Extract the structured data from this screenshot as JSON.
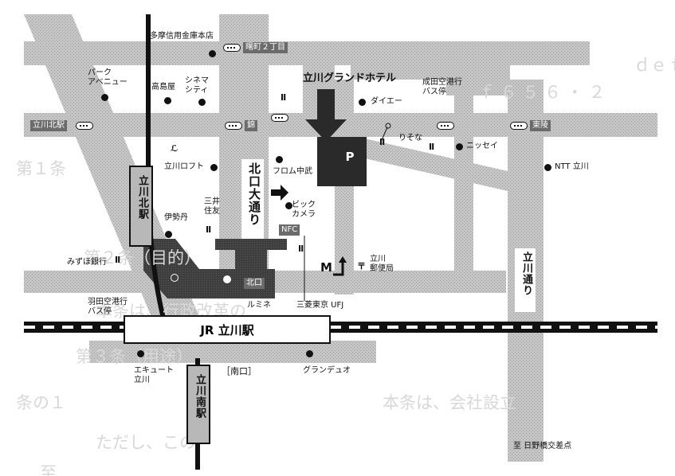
{
  "background_text": [
    "ｄｅｆｇ・ｇｓｙｄ",
    "第１条",
    "ｆ ６ ５ ６ ・ ２",
    "第２条（目的）",
    "本条は、行政改革の",
    "第３条（用途）",
    "本条は、会社設立",
    "条の１",
    "ただし、この",
    "至"
  ],
  "stations": {
    "jr_tachikawa": "JR 立川駅",
    "tachikawa_kita": "立川北駅",
    "tachikawa_minami": "立川南駅"
  },
  "streets": {
    "kitaguchi_odori": "北口大通り",
    "tachikawa_dori": "立川通り"
  },
  "hotel": "立川グランドホテル",
  "intersections": {
    "akebono2": "曙町２丁目",
    "tachikawa_kita_eki": "立川北駅",
    "kita_sen": "錦",
    "higashi": "東陵",
    "kitaguchi": "北口",
    "minamiguchi": "［南口］"
  },
  "labels": {
    "tama_shinkin": "多摩信用金庫本店",
    "park_avenue": "パーク\nアベニュー",
    "takashimaya": "高島屋",
    "cinema_city": "シネマ\nシティ",
    "daiei": "ダイエー",
    "narita_bus": "成田空港行\nバス停",
    "resona": "りそな",
    "nissei": "ニッセイ",
    "ntt": "NTT 立川",
    "tachikawa_loft": "立川ロフト",
    "from_nakamu": "フロム中武",
    "bic_camera": "ビック\nカメラ",
    "mitsui_sumitomo": "三井\n住友",
    "isetan": "伊勢丹",
    "mizuho": "みずほ銀行",
    "haneda_bus": "羽田空港行\nバス停",
    "lumine": "ルミネ",
    "mufj": "三菱東京 UFJ",
    "tachikawa_post": "立川\n郵便局",
    "ecute": "エキュート\n立川",
    "grand_duo": "グランデュオ",
    "hino_bridge": "至 日野橋交差点"
  },
  "parking_symbol": "P",
  "post_symbol": "〒",
  "mcd_symbol": "M",
  "jr_symbol": "JR"
}
